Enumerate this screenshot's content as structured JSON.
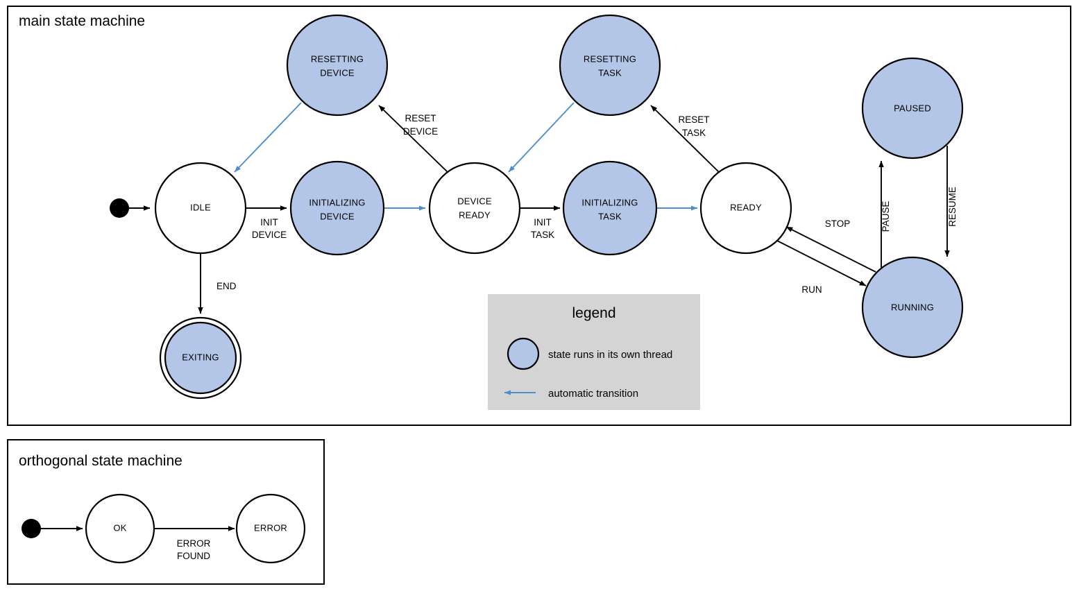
{
  "diagram": {
    "type": "state-machine",
    "colors": {
      "thread_state_fill": "#b3c6e7",
      "plain_state_fill": "#ffffff",
      "stroke": "#000000",
      "automatic_transition": "#4d8ecb",
      "legend_background": "#d4d4d4"
    },
    "frames": [
      {
        "id": "main",
        "title": "main state machine"
      },
      {
        "id": "orthogonal",
        "title": "orthogonal state machine"
      }
    ]
  },
  "main": {
    "title": "main state machine",
    "states": [
      {
        "id": "idle",
        "label_lines": [
          "IDLE"
        ],
        "threaded": false,
        "final": false
      },
      {
        "id": "resetting-device",
        "label_lines": [
          "RESETTING",
          "DEVICE"
        ],
        "threaded": true,
        "final": false
      },
      {
        "id": "initializing-device",
        "label_lines": [
          "INITIALIZING",
          "DEVICE"
        ],
        "threaded": true,
        "final": false
      },
      {
        "id": "device-ready",
        "label_lines": [
          "DEVICE",
          "READY"
        ],
        "threaded": false,
        "final": false
      },
      {
        "id": "resetting-task",
        "label_lines": [
          "RESETTING",
          "TASK"
        ],
        "threaded": true,
        "final": false
      },
      {
        "id": "initializing-task",
        "label_lines": [
          "INITIALIZING",
          "TASK"
        ],
        "threaded": true,
        "final": false
      },
      {
        "id": "ready",
        "label_lines": [
          "READY"
        ],
        "threaded": false,
        "final": false
      },
      {
        "id": "paused",
        "label_lines": [
          "PAUSED"
        ],
        "threaded": true,
        "final": false
      },
      {
        "id": "running",
        "label_lines": [
          "RUNNING"
        ],
        "threaded": true,
        "final": false
      },
      {
        "id": "exiting",
        "label_lines": [
          "EXITING"
        ],
        "threaded": true,
        "final": true
      }
    ],
    "transitions": [
      {
        "from": "start",
        "to": "idle",
        "label_lines": [],
        "automatic": false
      },
      {
        "from": "idle",
        "to": "initializing-device",
        "label_lines": [
          "INIT",
          "DEVICE"
        ],
        "automatic": false
      },
      {
        "from": "initializing-device",
        "to": "device-ready",
        "label_lines": [],
        "automatic": true
      },
      {
        "from": "device-ready",
        "to": "resetting-device",
        "label_lines": [
          "RESET",
          "DEVICE"
        ],
        "automatic": false
      },
      {
        "from": "resetting-device",
        "to": "idle",
        "label_lines": [],
        "automatic": true
      },
      {
        "from": "idle",
        "to": "exiting",
        "label_lines": [
          "END"
        ],
        "automatic": false
      },
      {
        "from": "device-ready",
        "to": "initializing-task",
        "label_lines": [
          "INIT",
          "TASK"
        ],
        "automatic": false
      },
      {
        "from": "initializing-task",
        "to": "ready",
        "label_lines": [],
        "automatic": true
      },
      {
        "from": "ready",
        "to": "resetting-task",
        "label_lines": [
          "RESET",
          "TASK"
        ],
        "automatic": false
      },
      {
        "from": "resetting-task",
        "to": "device-ready",
        "label_lines": [],
        "automatic": true
      },
      {
        "from": "ready",
        "to": "running",
        "label_lines": [
          "RUN"
        ],
        "automatic": false
      },
      {
        "from": "running",
        "to": "ready",
        "label_lines": [
          "STOP"
        ],
        "automatic": false
      },
      {
        "from": "running",
        "to": "paused",
        "label_lines": [
          "PAUSE"
        ],
        "automatic": false
      },
      {
        "from": "paused",
        "to": "running",
        "label_lines": [
          "RESUME"
        ],
        "automatic": false
      }
    ],
    "edge_labels": {
      "init_device": [
        "INIT",
        "DEVICE"
      ],
      "reset_device": [
        "RESET",
        "DEVICE"
      ],
      "end": [
        "END"
      ],
      "init_task": [
        "INIT",
        "TASK"
      ],
      "reset_task": [
        "RESET",
        "TASK"
      ],
      "run": [
        "RUN"
      ],
      "stop": [
        "STOP"
      ],
      "pause": [
        "PAUSE"
      ],
      "resume": [
        "RESUME"
      ]
    }
  },
  "legend": {
    "title": "legend",
    "items": [
      {
        "symbol": "thread-circle",
        "text": "state runs in its own thread"
      },
      {
        "symbol": "blue-arrow-left",
        "text": "automatic transition"
      }
    ]
  },
  "orthogonal": {
    "title": "orthogonal state machine",
    "states": [
      {
        "id": "ok",
        "label_lines": [
          "OK"
        ],
        "threaded": false,
        "final": false
      },
      {
        "id": "error",
        "label_lines": [
          "ERROR"
        ],
        "threaded": false,
        "final": false
      }
    ],
    "transitions": [
      {
        "from": "start",
        "to": "ok",
        "label_lines": []
      },
      {
        "from": "ok",
        "to": "error",
        "label_lines": [
          "ERROR",
          "FOUND"
        ]
      }
    ],
    "edge_labels": {
      "error_found": [
        "ERROR",
        "FOUND"
      ]
    }
  }
}
